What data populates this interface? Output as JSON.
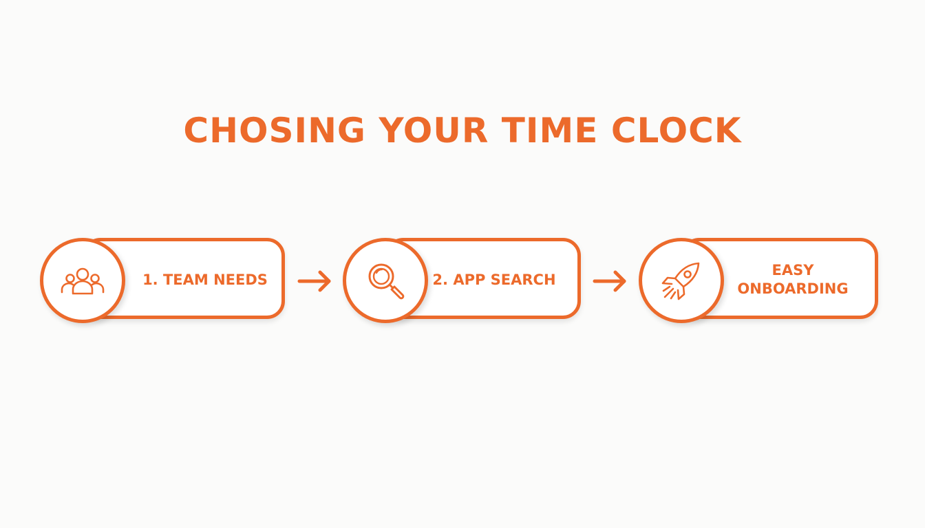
{
  "title": "CHOSING YOUR TIME CLOCK",
  "accent_color": "#ec6a2b",
  "background_color": "#fbfbfa",
  "steps": [
    {
      "label": "1. TEAM NEEDS",
      "icon": "team-users-icon"
    },
    {
      "label": "2. APP SEARCH",
      "icon": "magnifying-glass-icon"
    },
    {
      "label": "EASY\nONBOARDING",
      "icon": "rocket-icon"
    }
  ],
  "connectors": [
    "arrow-right-icon",
    "arrow-right-icon"
  ]
}
